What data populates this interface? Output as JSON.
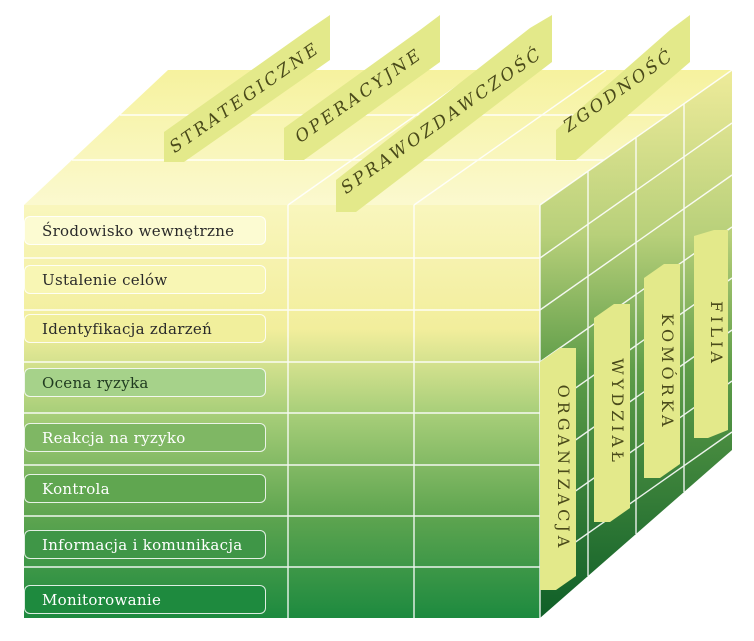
{
  "objectives": [
    {
      "label": "STRATEGICZNE"
    },
    {
      "label": "OPERACYJNE"
    },
    {
      "label": "SPRAWOZDAWCZOŚĆ"
    },
    {
      "label": "ZGODNOŚĆ"
    }
  ],
  "components": [
    {
      "label": "Środowisko wewnętrzne",
      "bg": "#fcfbd2",
      "fg": "#2a2a2a"
    },
    {
      "label": "Ustalenie celów",
      "bg": "#f8f6b4",
      "fg": "#2a2a2a"
    },
    {
      "label": "Identyfikacja zdarzeń",
      "bg": "#f1ef9c",
      "fg": "#2a2a2a"
    },
    {
      "label": "Ocena ryzyka",
      "bg": "#a6d28a",
      "fg": "#1f3a1f"
    },
    {
      "label": "Reakcja na ryzyko",
      "bg": "#7fb764",
      "fg": "#ffffff"
    },
    {
      "label": "Kontrola",
      "bg": "#60a650",
      "fg": "#ffffff"
    },
    {
      "label": "Informacja i komunikacja",
      "bg": "#3f9647",
      "fg": "#ffffff"
    },
    {
      "label": "Monitorowanie",
      "bg": "#1e8a3e",
      "fg": "#ffffff"
    }
  ],
  "units": [
    {
      "label": "ORGANIZACJA"
    },
    {
      "label": "WYDZIAŁ"
    },
    {
      "label": "KOMÓRKA"
    },
    {
      "label": "FILIA"
    }
  ],
  "colors": {
    "top": "#f7f3a6",
    "front_top": "#f7f3a6",
    "front_bottom": "#1e8a3e",
    "side_dark": "#166b2f",
    "tag": "#e3e98a",
    "grid": "#ffffff"
  }
}
